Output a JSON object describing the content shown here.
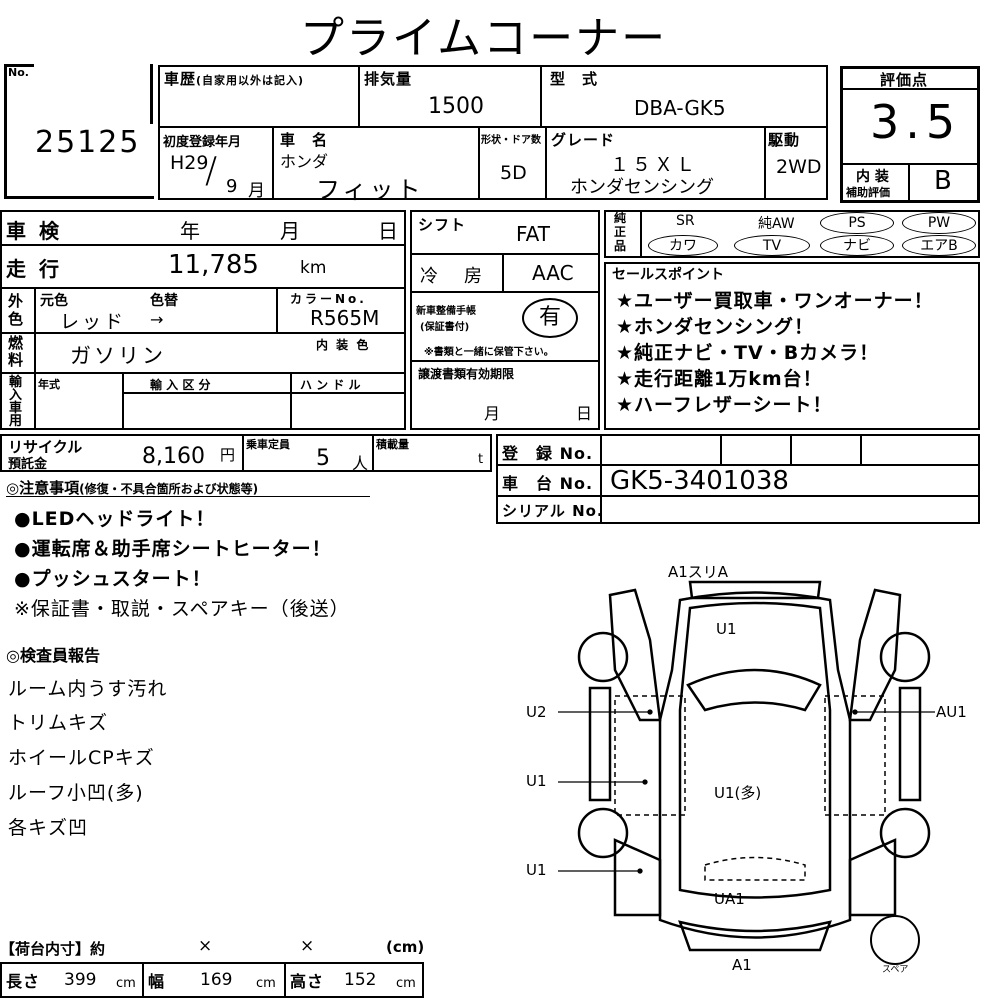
{
  "header": {
    "title": "プライムコーナー"
  },
  "no": {
    "label": "No.",
    "value": "25125"
  },
  "history": {
    "label": "車歴",
    "sub": "(自家用以外は記入)"
  },
  "displacement": {
    "label": "排気量",
    "value": "1500"
  },
  "model": {
    "label": "型　式",
    "value": "DBA-GK5"
  },
  "score": {
    "label": "評価点",
    "value": "3.5",
    "interior_label_1": "内 装",
    "interior_label_2": "補助評価",
    "interior_value": "B"
  },
  "first_reg": {
    "label": "初度登録年月",
    "era_year": "H29",
    "slash": "/",
    "month": "9",
    "month_unit": "月"
  },
  "car_name": {
    "label": "車　名",
    "maker": "ホンダ",
    "name": "フィット"
  },
  "body": {
    "label": "形状・ドア数",
    "value": "5D"
  },
  "grade": {
    "label": "グレード",
    "value1": "１５ＸＬ",
    "value2": "ホンダセンシング"
  },
  "drive": {
    "label": "駆動",
    "value": "2WD"
  },
  "inspection": {
    "label": "車 検",
    "year": "年",
    "month": "月",
    "day": "日"
  },
  "shift": {
    "label": "シフト",
    "value": "FAT"
  },
  "equipment": {
    "label": "純正品",
    "row1": [
      "SR",
      "純AW",
      "PS",
      "PW"
    ],
    "row2": [
      "カワ",
      "TV",
      "ナビ",
      "エアB"
    ]
  },
  "mileage": {
    "label": "走 行",
    "value": "11,785",
    "unit": "km"
  },
  "aircon": {
    "label": "冷　房",
    "value": "AAC"
  },
  "sales": {
    "label": "セールスポイント",
    "points": [
      "★ユーザー買取車・ワンオーナー！",
      "★ホンダセンシング！",
      "★純正ナビ・TV・Bカメラ！",
      "★走行距離1万km台！",
      "★ハーフレザーシート！"
    ]
  },
  "color": {
    "outer_label": "外色",
    "orig_label": "元色",
    "change_label": "色替",
    "orig": "レッド",
    "arrow": "→",
    "code_label": "カラーNo.",
    "code": "R565M"
  },
  "warranty": {
    "label1": "新車整備手帳",
    "label2": "(保証書付)",
    "value": "有",
    "note": "※書類と一緒に保管下さい。"
  },
  "fuel": {
    "label": "燃料",
    "value": "ガソリン",
    "interior_color_label": "内 装 色"
  },
  "import": {
    "label": "輸入車用",
    "year_label": "年式",
    "type_label": "輸 入 区 分",
    "handle_label": "ハ ン ド ル"
  },
  "transfer": {
    "label": "譲渡書類有効期限",
    "month": "月",
    "day": "日"
  },
  "recycle": {
    "label1": "リサイクル",
    "label2": "預託金",
    "value": "8,160",
    "unit": "円"
  },
  "capacity": {
    "label": "乗車定員",
    "value": "5",
    "unit": "人"
  },
  "load": {
    "label": "積載量",
    "unit": "t"
  },
  "registration": {
    "label": "登　録 No.",
    "chassis_label": "車　台 No.",
    "chassis": "GK5-3401038",
    "serial_label": "シリアル No."
  },
  "notes": {
    "label": "◎注意事項",
    "sub": "(修復・不具合箇所および状態等)",
    "items": [
      "●LEDヘッドライト！",
      "●運転席＆助手席シートヒーター！",
      "●プッシュスタート！",
      "※保証書・取説・スペアキー（後送）"
    ]
  },
  "inspector": {
    "label": "◎検査員報告",
    "items": [
      "ルーム内うす汚れ",
      "トリムキズ",
      "ホイールCPキズ",
      "ルーフ小凹(多)",
      "各キズ凹"
    ]
  },
  "diagram": {
    "a1_sulia": "A1スリA",
    "u1_front": "U1",
    "u2_left": "U2",
    "au1_right": "AU1",
    "u1_left_mid": "U1",
    "u1_roof": "U1(多)",
    "u1_left_rear": "U1",
    "ua1": "UA1",
    "a1_rear": "A1",
    "spare": "スペア"
  },
  "cargo": {
    "label": "【荷台内寸】約",
    "x1": "×",
    "x2": "×",
    "unit": "(cm)"
  },
  "size": {
    "length_label": "長さ",
    "length": "399",
    "width_label": "幅",
    "width": "169",
    "height_label": "高さ",
    "height": "152",
    "unit": "cm"
  }
}
